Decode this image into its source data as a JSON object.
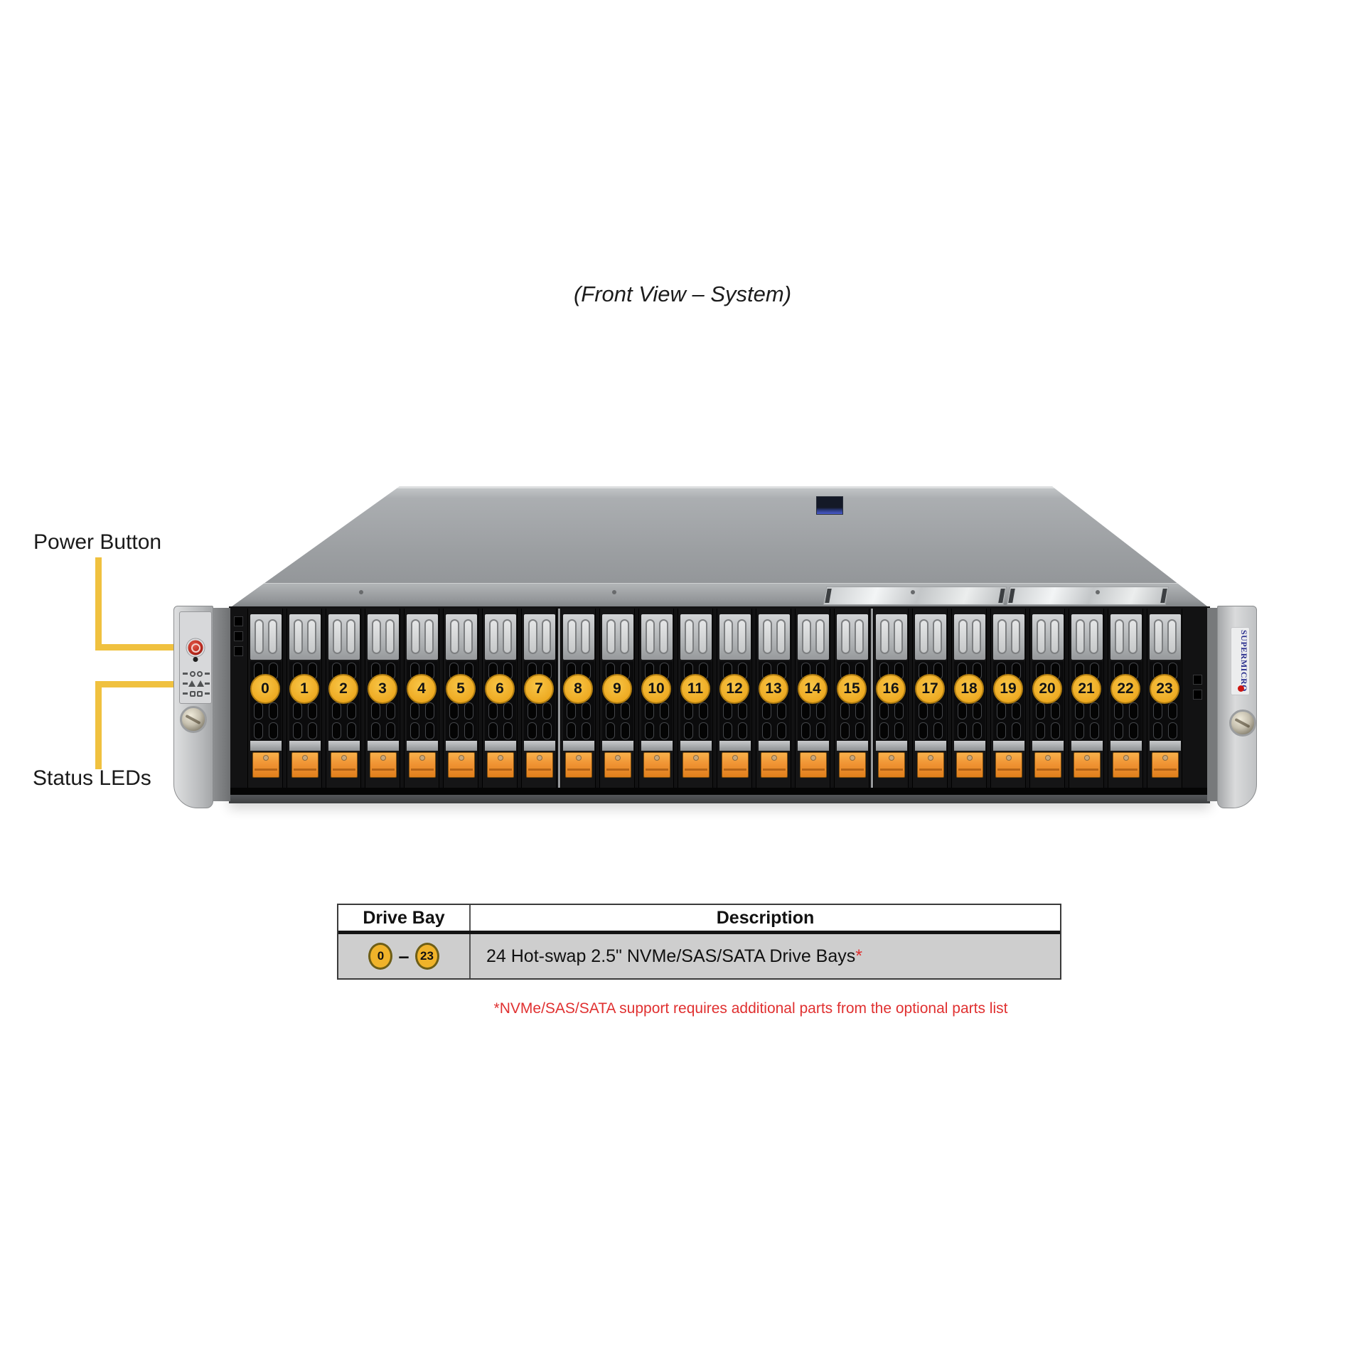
{
  "title": "(Front View – System)",
  "callouts": {
    "power": "Power Button",
    "status": "Status LEDs"
  },
  "branding": {
    "vertical_text": "SUPERMICRO"
  },
  "server": {
    "drive_bays": [
      "0",
      "1",
      "2",
      "3",
      "4",
      "5",
      "6",
      "7",
      "8",
      "9",
      "10",
      "11",
      "12",
      "13",
      "14",
      "15",
      "16",
      "17",
      "18",
      "19",
      "20",
      "21",
      "22",
      "23"
    ]
  },
  "table": {
    "headers": [
      "Drive Bay",
      "Description"
    ],
    "row": {
      "bay_start": "0",
      "dash": "–",
      "bay_end": "23",
      "description": "24 Hot-swap 2.5\" NVMe/SAS/SATA Drive Bays",
      "footnote_marker": "*"
    }
  },
  "footnote": "*NVMe/SAS/SATA support requires additional parts from the optional parts list",
  "colors": {
    "bay_number_yellow": "#F0B32A",
    "latch_orange": "#F09434",
    "callout_yellow": "#F0C13F",
    "footnote_red": "#E03030",
    "brand_blue": "#2B2F8E",
    "power_button_red": "#BA2B1F",
    "chassis_gray": "#9B9EA1",
    "bezel_black": "#121213"
  }
}
